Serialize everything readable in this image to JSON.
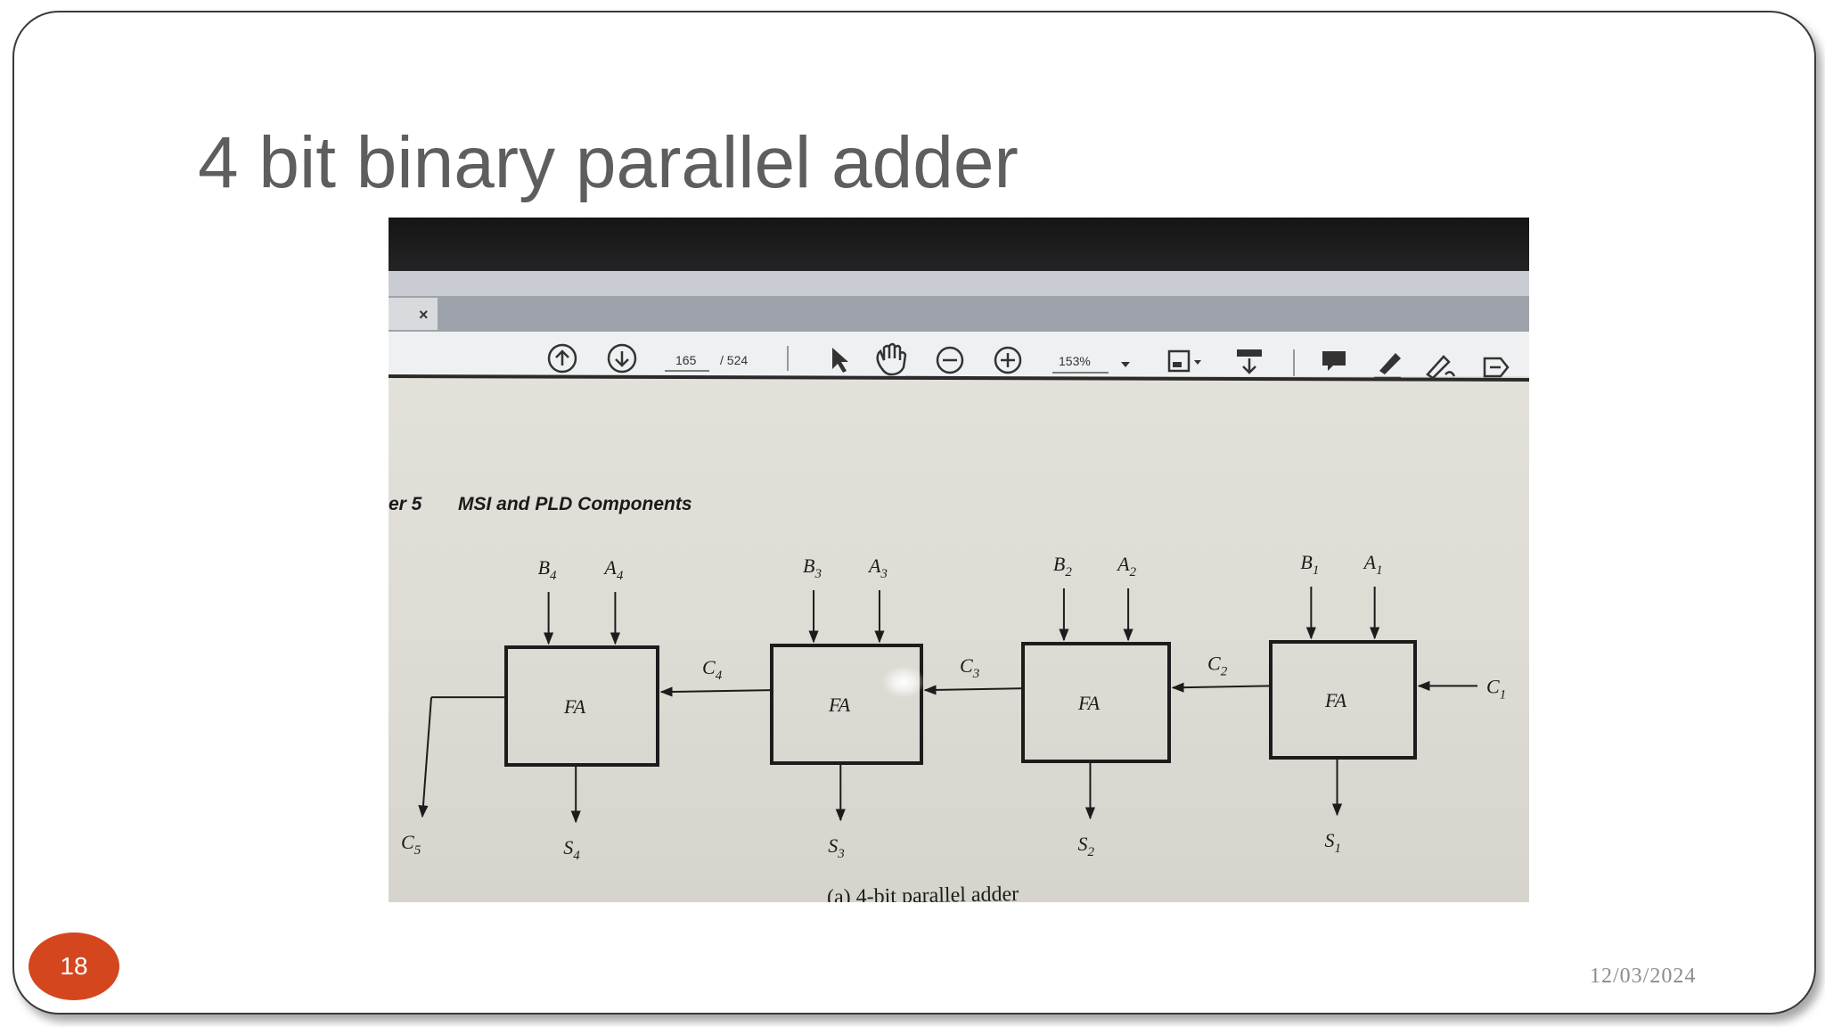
{
  "slide": {
    "title": "4 bit binary parallel adder",
    "page_number": "18",
    "date": "12/03/2024"
  },
  "photo": {
    "toolbar": {
      "close_glyph": "×",
      "page_current": "165",
      "page_total": "/ 524",
      "zoom": "153%",
      "icons": [
        "scroll-up-icon",
        "scroll-down-icon",
        "select-cursor-icon",
        "hand-tool-icon",
        "zoom-out-icon",
        "zoom-in-icon",
        "zoom-dropdown-icon",
        "fit-page-icon",
        "scroll-mode-icon",
        "comment-icon",
        "highlight-pen-icon",
        "sign-icon",
        "share-icon"
      ]
    },
    "page": {
      "chapter_prefix": "er 5",
      "chapter_title": "MSI and PLD Components",
      "caption": "(a)  4-bit parallel adder",
      "adders": [
        {
          "label": "FA",
          "in_b": "B",
          "in_b_sub": "4",
          "in_a": "A",
          "in_a_sub": "4",
          "sum": "S",
          "sum_sub": "4"
        },
        {
          "label": "FA",
          "in_b": "B",
          "in_b_sub": "3",
          "in_a": "A",
          "in_a_sub": "3",
          "sum": "S",
          "sum_sub": "3"
        },
        {
          "label": "FA",
          "in_b": "B",
          "in_b_sub": "2",
          "in_a": "A",
          "in_a_sub": "2",
          "sum": "S",
          "sum_sub": "2"
        },
        {
          "label": "FA",
          "in_b": "B",
          "in_b_sub": "1",
          "in_a": "A",
          "in_a_sub": "1",
          "sum": "S",
          "sum_sub": "1"
        }
      ],
      "carries": [
        {
          "name": "C",
          "sub": "5"
        },
        {
          "name": "C",
          "sub": "4"
        },
        {
          "name": "C",
          "sub": "3"
        },
        {
          "name": "C",
          "sub": "2"
        },
        {
          "name": "C",
          "sub": "1"
        }
      ]
    }
  }
}
